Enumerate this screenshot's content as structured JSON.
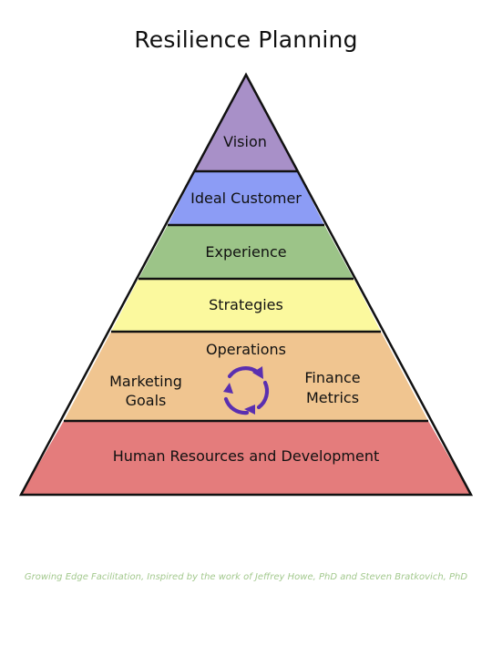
{
  "title": "Resilience Planning",
  "layers": [
    {
      "label": "Vision",
      "color": "#a890c8"
    },
    {
      "label": "Ideal Customer",
      "color": "#8c9cf5"
    },
    {
      "label": "Experience",
      "color": "#9cc488"
    },
    {
      "label": "Strategies",
      "color": "#fbf99e"
    },
    {
      "label": "Operations",
      "color": "#f0c590"
    },
    {
      "label": "Human Resources and Development",
      "color": "#e47c7c"
    }
  ],
  "operations": {
    "left_lines": [
      "Marketing",
      "Goals"
    ],
    "right_lines": [
      "Finance",
      "Metrics"
    ],
    "cycle_icon": "refresh-cycle-icon",
    "cycle_color": "#5a2fb0"
  },
  "outline_color": "#111111",
  "footer": "Growing Edge Facilitation, Inspired by the work of Jeffrey Howe, PhD and Steven Bratkovich, PhD",
  "footer_color": "#a3c98e"
}
